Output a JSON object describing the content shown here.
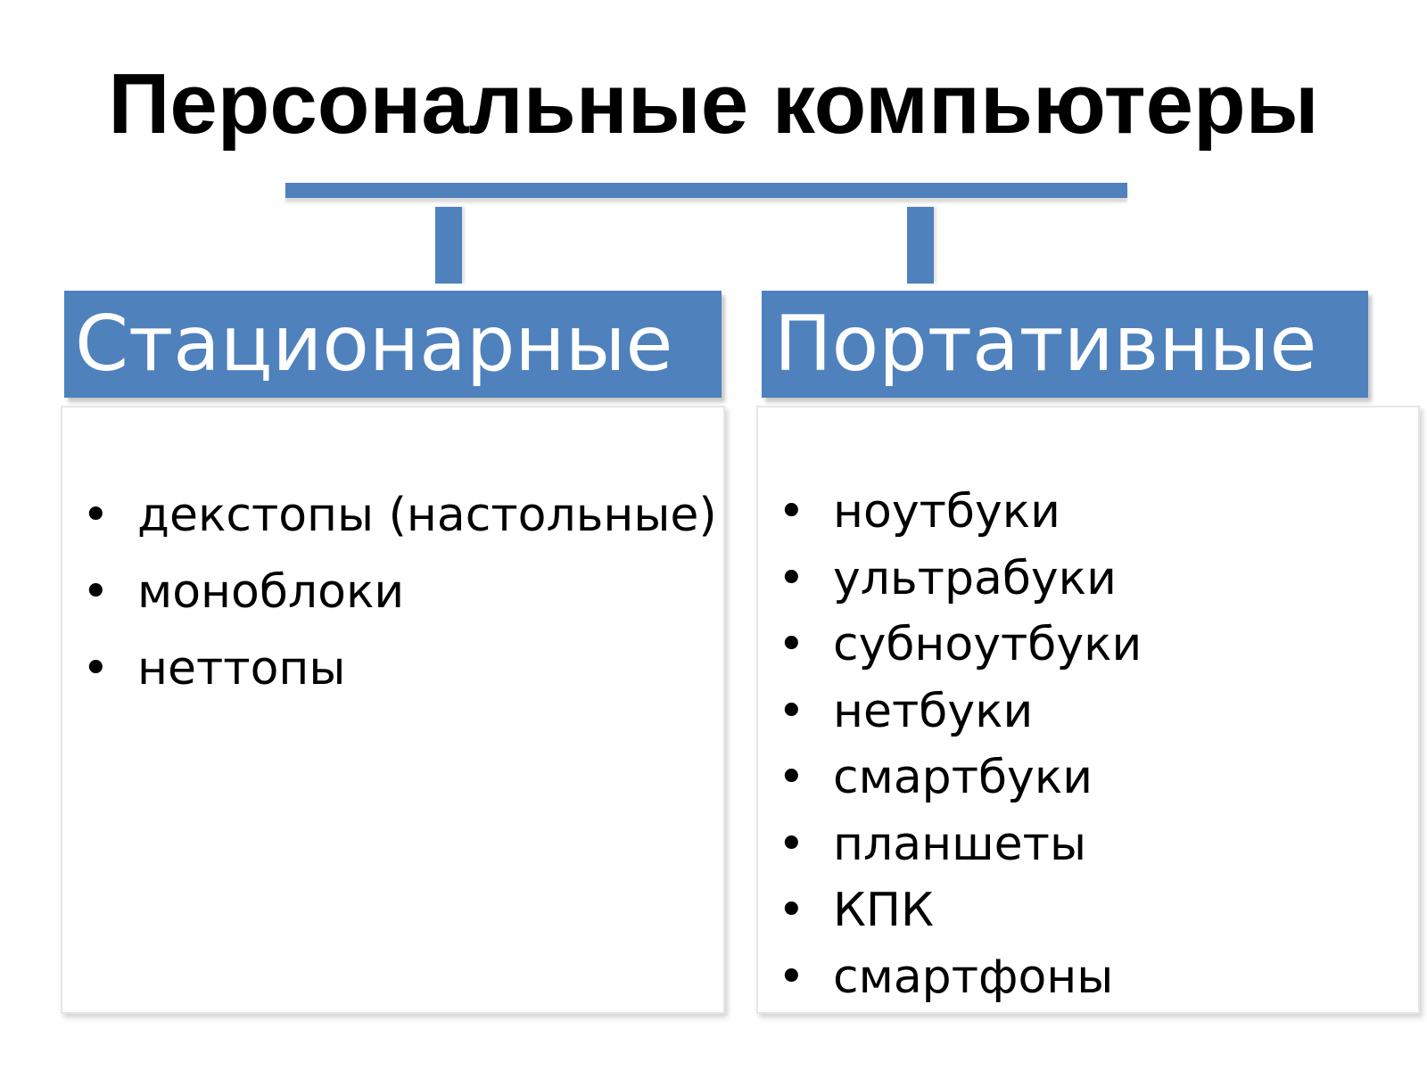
{
  "title": "Персональные компьютеры",
  "categories": [
    {
      "header": "Стационарные",
      "items": [
        "декстопы (настольные)",
        "моноблоки",
        "неттопы"
      ]
    },
    {
      "header": "Портативные",
      "items": [
        "ноутбуки",
        "ультрабуки",
        "субноутбуки",
        "нетбуки",
        "смартбуки",
        "планшеты",
        "КПК",
        "смартфоны"
      ]
    }
  ],
  "bullet_symbol": "•",
  "colors": {
    "accent": "#4f81bd",
    "header_text": "#ffffff",
    "text": "#000000"
  }
}
